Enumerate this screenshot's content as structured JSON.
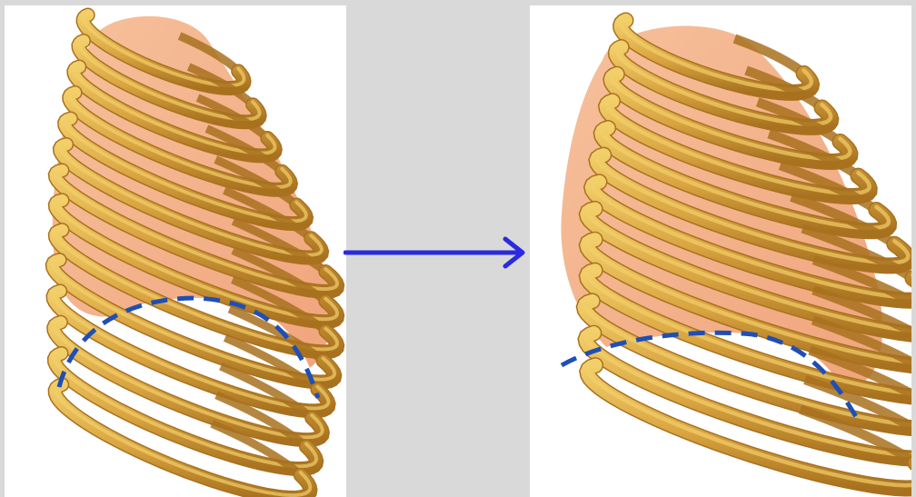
{
  "figure": {
    "panels": [
      {
        "name": "left-ribcage",
        "state": "before"
      },
      {
        "name": "right-ribcage",
        "state": "after"
      }
    ],
    "colors": {
      "background": "#d9d9d9",
      "panel": "#ffffff",
      "rib_light": "#f2cf6a",
      "rib_mid": "#d9a441",
      "rib_dark": "#a8711f",
      "lung": "#f0a47c",
      "lung_light": "#f6c19c",
      "diaphragm_line": "#1f4fb5",
      "arrow": "#2a2adf"
    },
    "icons": [
      "right-arrow-icon"
    ]
  }
}
